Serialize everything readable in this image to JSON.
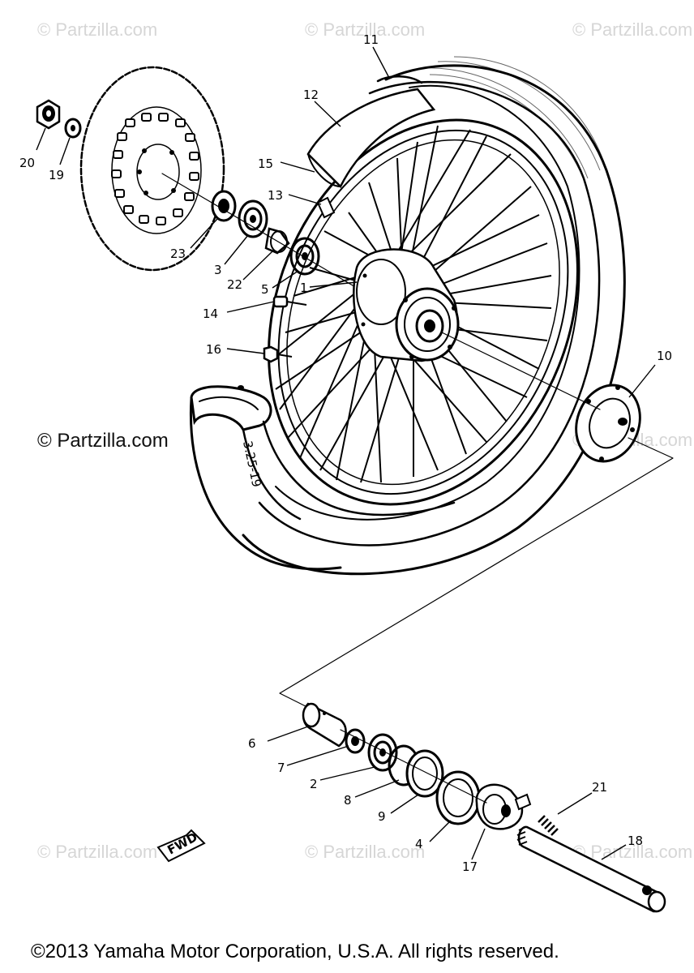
{
  "watermarks": {
    "top_left": "© Partzilla.com",
    "top_center": "© Partzilla.com",
    "top_right": "© Partzilla.com",
    "mid_left": "© Partzilla.com",
    "mid_right": "© Partzilla.com",
    "bottom_left": "© Partzilla.com",
    "bottom_center": "© Partzilla.com",
    "bottom_right": "© Partzilla.com"
  },
  "copyright": "©2013 Yamaha Motor Corporation, U.S.A. All rights reserved.",
  "fwd_label": "FWD",
  "tire_text": "3.25-19",
  "callouts": {
    "c1": "1",
    "c2": "2",
    "c3": "3",
    "c4": "4",
    "c5": "5",
    "c6": "6",
    "c7": "7",
    "c8": "8",
    "c9": "9",
    "c10": "10",
    "c11": "11",
    "c12": "12",
    "c13": "13",
    "c14": "14",
    "c15": "15",
    "c16": "16",
    "c17": "17",
    "c18": "18",
    "c19": "19",
    "c20": "20",
    "c21": "21",
    "c22": "22",
    "c23": "23"
  }
}
